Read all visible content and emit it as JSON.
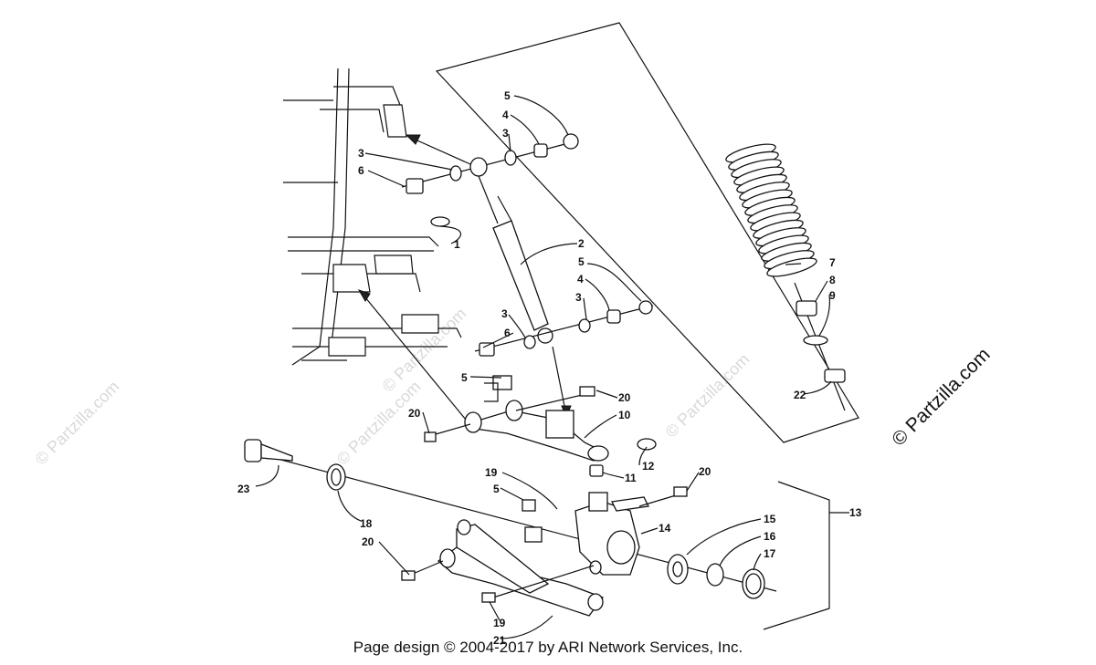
{
  "watermark": {
    "text": "© Partzilla.com"
  },
  "callouts": [
    "1",
    "2",
    "3",
    "4",
    "5",
    "6",
    "7",
    "8",
    "9",
    "10",
    "11",
    "12",
    "13",
    "14",
    "15",
    "16",
    "17",
    "18",
    "19",
    "20",
    "21",
    "22",
    "23"
  ],
  "labels": {
    "l1": "1",
    "l2": "2",
    "l3a": "3",
    "l3b": "3",
    "l3c": "3",
    "l3d": "3",
    "l4a": "4",
    "l4b": "4",
    "l5a": "5",
    "l5b": "5",
    "l5c": "5",
    "l5d": "5",
    "l6a": "6",
    "l6b": "6",
    "l7": "7",
    "l8": "8",
    "l9": "9",
    "l10": "10",
    "l11": "11",
    "l12": "12",
    "l13": "13",
    "l14": "14",
    "l15": "15",
    "l16": "16",
    "l17": "17",
    "l18": "18",
    "l19a": "19",
    "l19b": "19",
    "l20a": "20",
    "l20b": "20",
    "l20c": "20",
    "l20d": "20",
    "l21": "21",
    "l22": "22",
    "l23": "23"
  },
  "footer": {
    "copyright": "Page design © 2004-2017 by ARI Network Services, Inc."
  }
}
